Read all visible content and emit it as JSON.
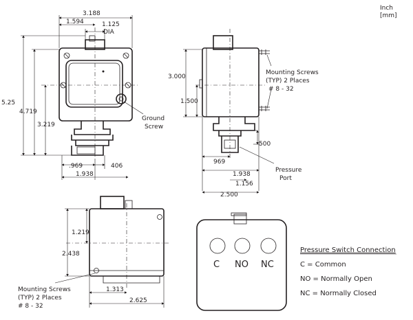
{
  "units": {
    "primary": "Inch",
    "secondary": "[mm]"
  },
  "front_view": {
    "width": "3.188",
    "half_width": "1.594",
    "dia": "1.125",
    "dia_label": "DIA",
    "height_total": "5.25",
    "height_mid": "4.719",
    "height_low": "3.219",
    "bottom_left": ".969",
    "bottom_right": "406",
    "bottom_total": "1.938",
    "ground_label_1": "Ground",
    "ground_label_2": "Screw"
  },
  "side_view": {
    "height_top": "3.000",
    "height_mid": "1.500",
    "bottom_right": "500",
    "left": "969",
    "mid": "1.938",
    "inner": "1.156",
    "total": "2.500",
    "mount_1": "Mounting Screws",
    "mount_2": "(TYP) 2 Places",
    "mount_3": "# 8 - 32",
    "port_1": "Pressure",
    "port_2": "Port"
  },
  "bottom_view": {
    "height_half": "1.219",
    "height_total": "2.438",
    "width_half": "1.313",
    "width_total": "2.625",
    "mount_1": "Mounting Screws",
    "mount_2": "(TYP) 2 Places",
    "mount_3": "# 8 - 32"
  },
  "connection": {
    "terminals": [
      "C",
      "NO",
      "NC"
    ],
    "title": "Pressure Switch Connection",
    "legend": [
      "C = Common",
      "NO = Normally Open",
      "NC = Normally Closed"
    ]
  }
}
